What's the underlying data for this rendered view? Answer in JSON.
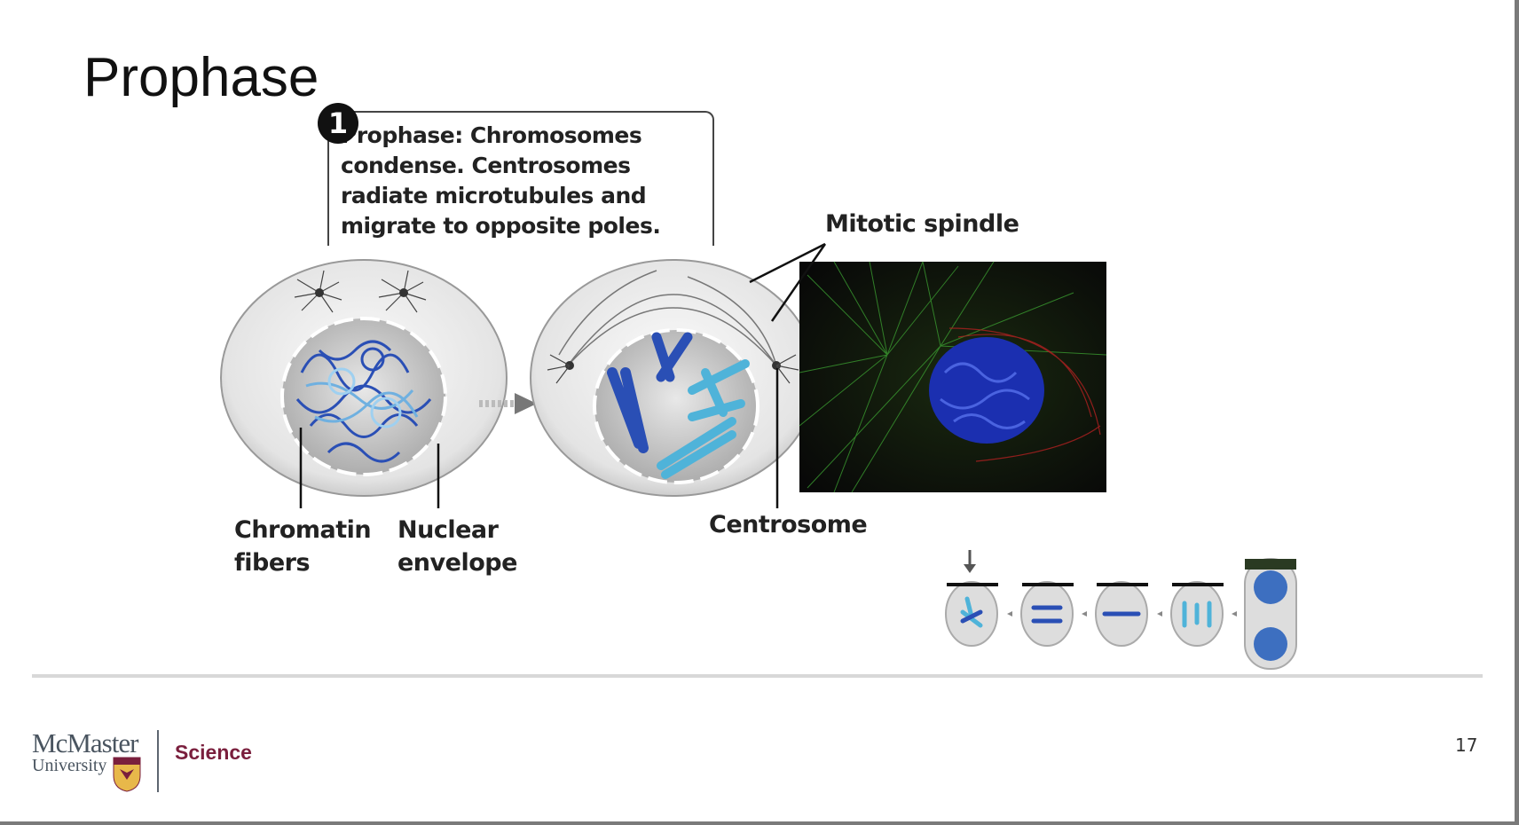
{
  "slide": {
    "title": "Prophase",
    "page_number": "17"
  },
  "figure": {
    "step_number": "1",
    "callout": "Prophase: Chromosomes condense. Centrosomes radiate microtubules and migrate to opposite poles.",
    "labels": {
      "mitotic_spindle": "Mitotic spindle",
      "chromatin_fibers_1": "Chromatin",
      "chromatin_fibers_2": "fibers",
      "nuclear_envelope_1": "Nuclear",
      "nuclear_envelope_2": "envelope",
      "centrosome": "Centrosome"
    }
  },
  "footer": {
    "logo_line1": "McMaster",
    "logo_line2": "University",
    "faculty": "Science"
  },
  "colors": {
    "accent": "#7a1f3d",
    "chromosome_dark": "#2a4fb5",
    "chromosome_light": "#4fb3d9"
  }
}
